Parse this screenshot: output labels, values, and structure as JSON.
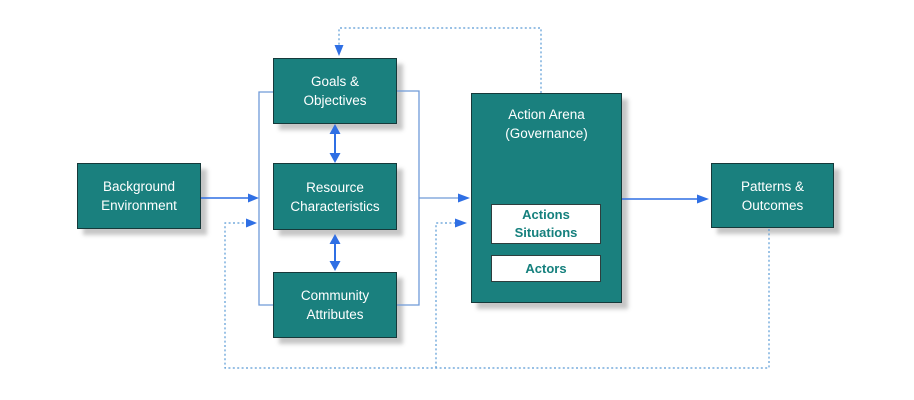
{
  "boxes": {
    "background_environment": {
      "line1": "Background",
      "line2": "Environment"
    },
    "goals_objectives": {
      "line1": "Goals &",
      "line2": "Objectives"
    },
    "resource_characteristics": {
      "line1": "Resource",
      "line2": "Characteristics"
    },
    "community_attributes": {
      "line1": "Community",
      "line2": "Attributes"
    },
    "action_arena": {
      "line1": "Action Arena",
      "line2": "(Governance)"
    },
    "actions_situations": {
      "line1": "Actions",
      "line2": "Situations"
    },
    "actors": {
      "label": "Actors"
    },
    "patterns_outcomes": {
      "line1": "Patterns &",
      "line2": "Outcomes"
    }
  },
  "edges": [
    {
      "from": "Background Environment",
      "to": "core-factors bracket",
      "style": "solid-arrow"
    },
    {
      "from": "Goals & Objectives",
      "to": "Resource Characteristics",
      "style": "double-headed-arrow"
    },
    {
      "from": "Resource Characteristics",
      "to": "Community Attributes",
      "style": "double-headed-arrow"
    },
    {
      "from": "core-factors bracket",
      "to": "Action Arena (Governance)",
      "style": "solid-arrow"
    },
    {
      "from": "Action Arena (Governance)",
      "to": "Patterns & Outcomes",
      "style": "solid-arrow"
    },
    {
      "from": "Action Arena (Governance)",
      "to": "Goals & Objectives",
      "style": "dotted-feedback-arrow"
    },
    {
      "from": "Patterns & Outcomes",
      "to": "core-factors bracket",
      "style": "dotted-feedback-arrow"
    },
    {
      "from": "Patterns & Outcomes",
      "to": "Action Arena (Governance)",
      "style": "dotted-feedback-arrow"
    }
  ],
  "colors": {
    "box_fill": "#1A807E",
    "box_border": "#16393A",
    "arrow_blue": "#2F6FE4",
    "bracket_blue": "#6F9AD8",
    "dotted_blue": "#5B9BD5",
    "inner_label_teal": "#15807D",
    "shadow_gray": "#BEBEBE",
    "background": "#FFFFFF"
  }
}
